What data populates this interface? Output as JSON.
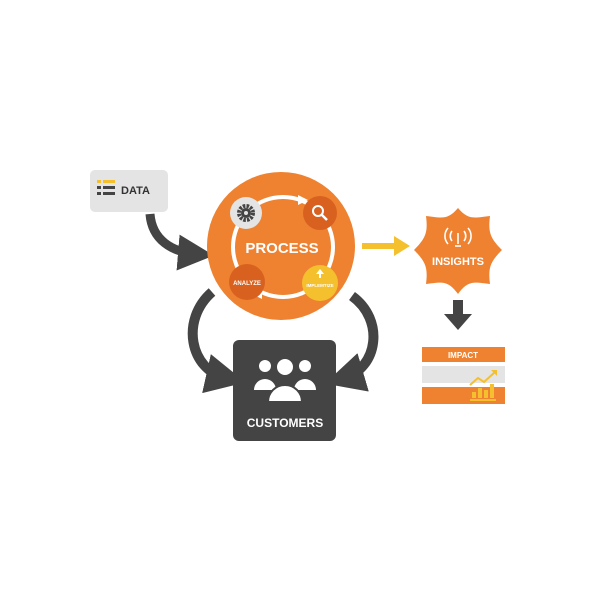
{
  "nodes": {
    "data": {
      "label": "DATA",
      "icon": "list-icon"
    },
    "process": {
      "label": "PROCESS",
      "steps": {
        "settings": "gear-icon",
        "search": "search-icon",
        "analyze": "ANALYZE",
        "implement": "IMPLEMTIZE"
      }
    },
    "insights": {
      "label": "INSIGHTS",
      "icon": "signal-icon"
    },
    "impact": {
      "label": "IMPACT",
      "icon": "growth-chart-icon"
    },
    "customers": {
      "label": "CUSTOMERS",
      "icon": "people-icon"
    }
  },
  "colors": {
    "orange": "#ee8230",
    "dark_orange": "#d8611f",
    "yellow": "#f5c02e",
    "dark": "#444444",
    "light_gray": "#e4e4e4"
  }
}
